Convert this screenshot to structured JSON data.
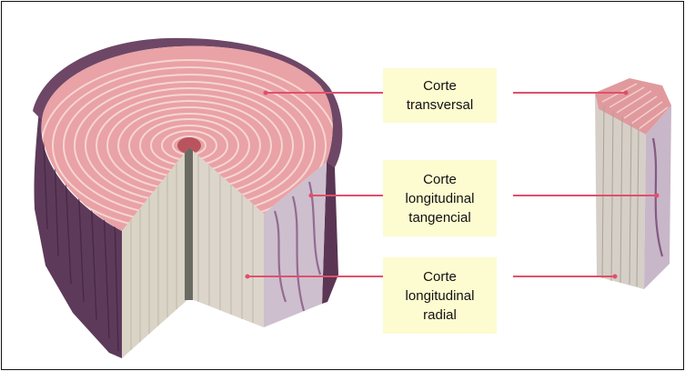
{
  "diagram": {
    "labels": [
      {
        "lines": [
          "Corte",
          "transversal"
        ]
      },
      {
        "lines": [
          "Corte",
          "longitudinal",
          "tangencial"
        ]
      },
      {
        "lines": [
          "Corte",
          "longitudinal",
          "radial"
        ]
      }
    ],
    "colors": {
      "leader_line": "#e0506a",
      "label_background": "#fdfbd0",
      "cross_section": "#e79aa0",
      "bark": "#5e3a5a",
      "tangential_face": "#cdbdcb",
      "radial_face": "#d8d2c8"
    }
  }
}
